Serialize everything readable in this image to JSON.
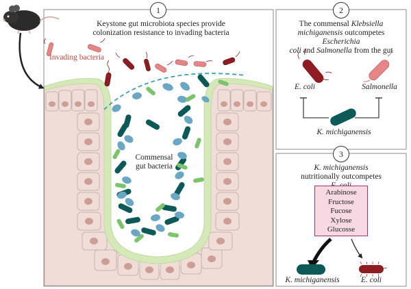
{
  "panel1": {
    "number": "1",
    "title_line1": "Keystone gut microbiota species provide",
    "title_line2": "colonization resistance to invading bacteria",
    "invading_label": "Invading bacteria",
    "commensal_line1": "Commensal",
    "commensal_line2": "gut bacteria"
  },
  "panel2": {
    "number": "2",
    "line1_a": "The commensal ",
    "line1_b": "Klebsiella",
    "line2_a": "michiganensis",
    "line2_b": " outcompetes ",
    "line2_c": "Escherichia",
    "line3_a": "coli",
    "line3_b": " and ",
    "line3_c": "Salmonella",
    "line3_d": " from the gut",
    "ecoli_label": "E. coli",
    "salmonella_label": "Salmonella",
    "kmich_label": "K. michiganensis"
  },
  "panel3": {
    "number": "3",
    "line1": "K. michiganensis",
    "line2": "nutritionally outcompetes",
    "line3": "E. coli",
    "sugars": [
      "Arabinose",
      "Fructose",
      "Fucose",
      "Xylose",
      "Glucosse"
    ],
    "kmich_label": "K. michiganensis",
    "ecoli_label": "E. coli"
  },
  "colors": {
    "invading_text": "#c9473f",
    "dark_red_bacteria": "#8e1c22",
    "pink_bacteria": "#e58585",
    "dark_teal_bacteria": "#0d5957",
    "light_blue_bacteria": "#6aa7c5",
    "green_bacteria": "#7cc46c",
    "epithelium": "#f0ddd8",
    "nuclei": "#cc9e96",
    "mucus": "#d4e8b8",
    "sugar_box_fill": "#f7d9e3",
    "sugar_box_border": "#a4345f"
  }
}
